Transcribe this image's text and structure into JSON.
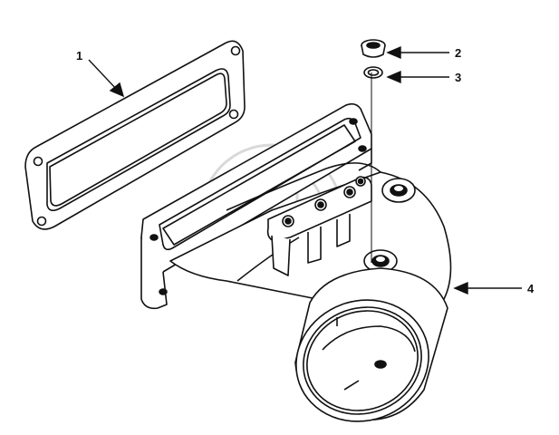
{
  "callouts": [
    {
      "id": "1",
      "label": "1"
    },
    {
      "id": "2",
      "label": "2"
    },
    {
      "id": "3",
      "label": "3"
    },
    {
      "id": "4",
      "label": "4"
    }
  ],
  "colors": {
    "ink": "#111111",
    "paper": "#ffffff",
    "watermark": "#d9d9d9"
  },
  "watermark": {
    "icon": "company-logo-watermark"
  }
}
